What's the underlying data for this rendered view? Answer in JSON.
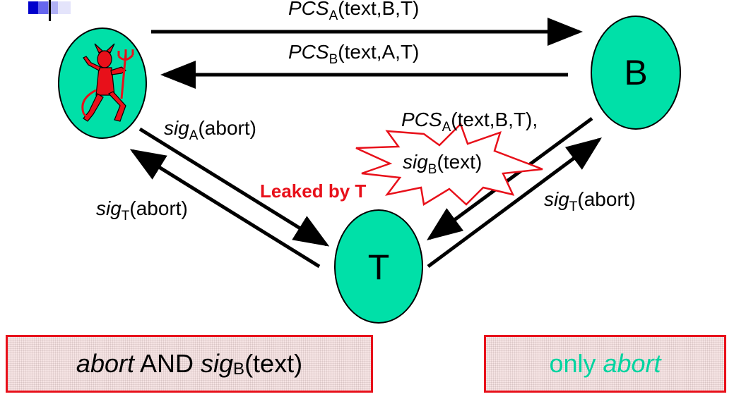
{
  "nodes": {
    "a_icon": "devil-icon",
    "b_label": "B",
    "t_label": "T"
  },
  "messages": {
    "pcs_a": {
      "main": "PCS",
      "sub": "A",
      "args": "(text,B,T)"
    },
    "pcs_b": {
      "main": "PCS",
      "sub": "B",
      "args": "(text,A,T)"
    },
    "sig_a_abort": {
      "main": "sig",
      "sub": "A",
      "args": "(abort)"
    },
    "sig_t_abort_left": {
      "main": "sig",
      "sub": "T",
      "args": "(abort)"
    },
    "sig_t_abort_right": {
      "main": "sig",
      "sub": "T",
      "args": "(abort)"
    },
    "t_to_a_pcs": {
      "main": "PCS",
      "sub": "A",
      "args": "(text,B,T),"
    },
    "t_to_a_sig": {
      "main": "sig",
      "sub": "B",
      "args": "(text)"
    }
  },
  "leak_label": "Leaked by T",
  "outcomes": {
    "left": {
      "word1": "abort",
      "conj": " AND ",
      "sig": "sig",
      "sub": "B",
      "args": "(text)"
    },
    "right": {
      "word1": "only ",
      "word2": "abort"
    }
  },
  "colors": {
    "node_fill": "#00e0a8",
    "arrow": "#000000",
    "leak": "#e8101a",
    "box_border": "#e8101a",
    "right_text": "#00d4a0"
  }
}
